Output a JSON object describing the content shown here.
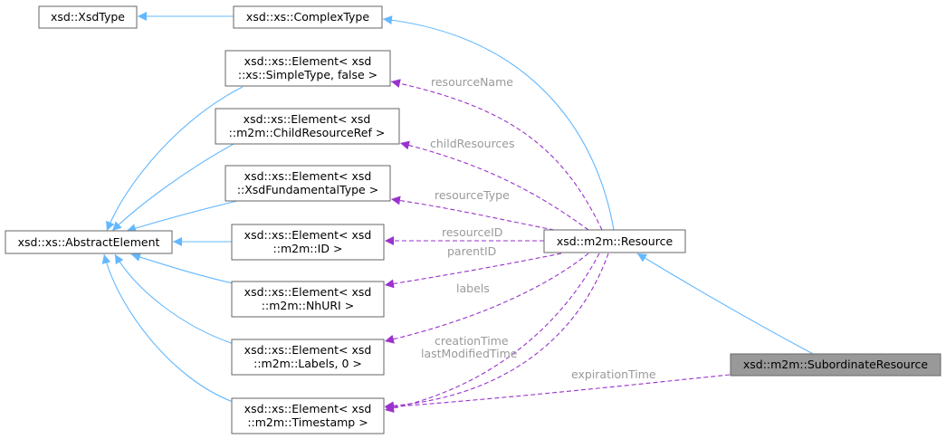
{
  "colors": {
    "inheritance_edge": "#63b8ff",
    "usage_edge": "#9a32cd",
    "edge_label": "#9a9a9a",
    "focus_fill": "#999999",
    "node_border": "#666666"
  },
  "nodes": {
    "xsdtype": "xsd::XsdType",
    "complextype": "xsd::xs::ComplexType",
    "abstractelement": "xsd::xs::AbstractElement",
    "el_simpletype": [
      "xsd::xs::Element< xsd",
      "::xs::SimpleType, false >"
    ],
    "el_childresourceref": [
      "xsd::xs::Element< xsd",
      "::m2m::ChildResourceRef >"
    ],
    "el_xsdfundamentaltype": [
      "xsd::xs::Element< xsd",
      "::XsdFundamentalType >"
    ],
    "el_id": [
      "xsd::xs::Element< xsd",
      "::m2m::ID >"
    ],
    "el_nhuri": [
      "xsd::xs::Element< xsd",
      "::m2m::NhURI >"
    ],
    "el_labels": [
      "xsd::xs::Element< xsd",
      "::m2m::Labels, 0 >"
    ],
    "el_timestamp": [
      "xsd::xs::Element< xsd",
      "::m2m::Timestamp >"
    ],
    "resource": "xsd::m2m::Resource",
    "subordinateresource": "xsd::m2m::SubordinateResource"
  },
  "edge_labels": {
    "resourceName": "resourceName",
    "childResources": "childResources",
    "resourceType": "resourceType",
    "resourceID": "resourceID",
    "parentID": "parentID",
    "labels": "labels",
    "creationTime": "creationTime",
    "lastModifiedTime": "lastModifiedTime",
    "expirationTime": "expirationTime"
  }
}
